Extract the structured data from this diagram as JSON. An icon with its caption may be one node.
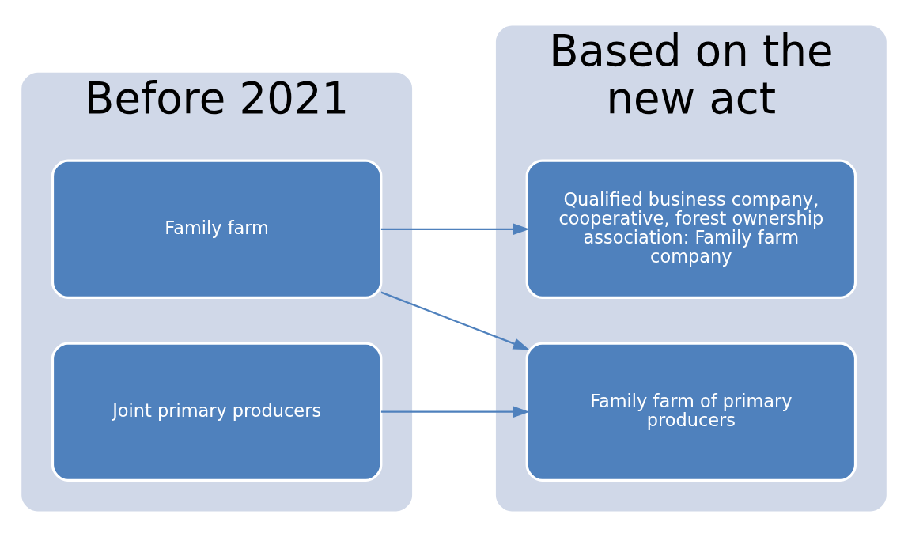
{
  "diagram": {
    "nodes": [
      {
        "text": [
          "Before 2021"
        ]
      },
      {
        "text": [
          "Family farm"
        ],
        "in": 0
      },
      {
        "text": [
          "Joint primary producers"
        ],
        "in": 0
      },
      {
        "text": [
          "Based on the new act"
        ]
      },
      {
        "text": [
          "Family farm of primary producers"
        ],
        "in": 3
      },
      {
        "text": [
          "Qualified business company, cooperative, forest ownership association: Family farm company"
        ],
        "in": 3
      }
    ],
    "edges": [
      {
        "from": 1,
        "to": 4,
        "arrow": "to"
      },
      {
        "from": 1,
        "to": 5,
        "arrow": "to"
      },
      {
        "from": 2,
        "to": 4,
        "arrow": "to"
      }
    ]
  }
}
